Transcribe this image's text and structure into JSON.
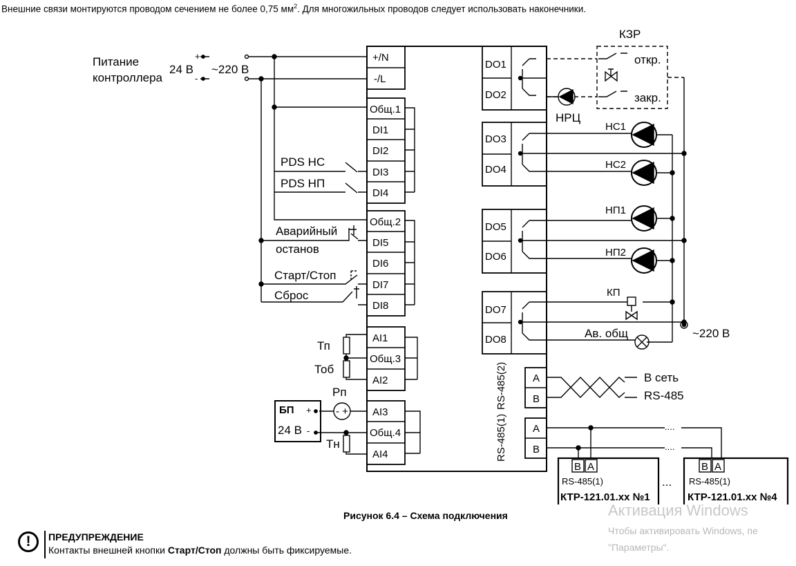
{
  "note": {
    "before": "Внешние связи монтируются проводом сечением не более 0,75 мм",
    "sup": "2",
    "after": ". Для многожильных проводов следует использовать наконечники."
  },
  "power": {
    "label1": "Питание",
    "label2": "контроллера",
    "v24": "24 В",
    "v220": "~220 В",
    "plus": "+",
    "minus": "-"
  },
  "terminals": {
    "power": [
      "+/N",
      "-/L"
    ],
    "di_group1": [
      "Общ.1",
      "DI1",
      "DI2",
      "DI3",
      "DI4"
    ],
    "di_group2": [
      "Общ.2",
      "DI5",
      "DI6",
      "DI7",
      "DI8"
    ],
    "ai_group1": [
      "AI1",
      "Общ.3",
      "AI2"
    ],
    "ai_group2": [
      "AI3",
      "Общ.4",
      "AI4"
    ],
    "do": [
      "DO1",
      "DO2",
      "DO3",
      "DO4",
      "DO5",
      "DO6",
      "DO7",
      "DO8"
    ],
    "rs485_2": [
      "A",
      "B"
    ],
    "rs485_1": [
      "A",
      "B"
    ],
    "rs485_2_label": "RS-485(2)",
    "rs485_1_label": "RS-485(1)"
  },
  "inputs": {
    "pds_hc": "PDS НС",
    "pds_np": "PDS НП",
    "emergency1": "Аварийный",
    "emergency2": "останов",
    "start_stop": "Старт/Стоп",
    "reset": "Сброс"
  },
  "sensors": {
    "tp": "Тп",
    "tob": "Тоб",
    "rp": "Рп",
    "tn": "Тн",
    "psu1": "БП",
    "psu2": "24 В",
    "plus": "+",
    "minus": "-"
  },
  "outputs": {
    "kzr": "КЗР",
    "open": "откр.",
    "close": "закр.",
    "nrc": "НРЦ",
    "nc1": "НС1",
    "nc2": "НС2",
    "np1": "НП1",
    "np2": "НП2",
    "kp": "КП",
    "alarm": "Ав. общ",
    "supply": "~220 В"
  },
  "network": {
    "to_net1": "В сеть",
    "to_net2": "RS-485",
    "dots": "...",
    "line_dots": "....",
    "dev1_b": "B",
    "dev1_a": "A",
    "dev1_bus": "RS-485(1)",
    "dev1_name": "КТР-121.01.xx №1",
    "dev4_b": "B",
    "dev4_a": "A",
    "dev4_bus": "RS-485(1)",
    "dev4_name": "КТР-121.01.xx №4"
  },
  "caption": "Рисунок 6.4 – Схема подключения",
  "warning": {
    "icon": "!",
    "title": "ПРЕДУПРЕЖДЕНИЕ",
    "pre": "Контакты внешней кнопки ",
    "bold": "Старт/Стоп",
    "post": " должны быть фиксируемые."
  },
  "watermark": {
    "title": "Активация Windows",
    "line1": "Чтобы активировать Windows, пе",
    "line2": "\"Параметры\"."
  }
}
